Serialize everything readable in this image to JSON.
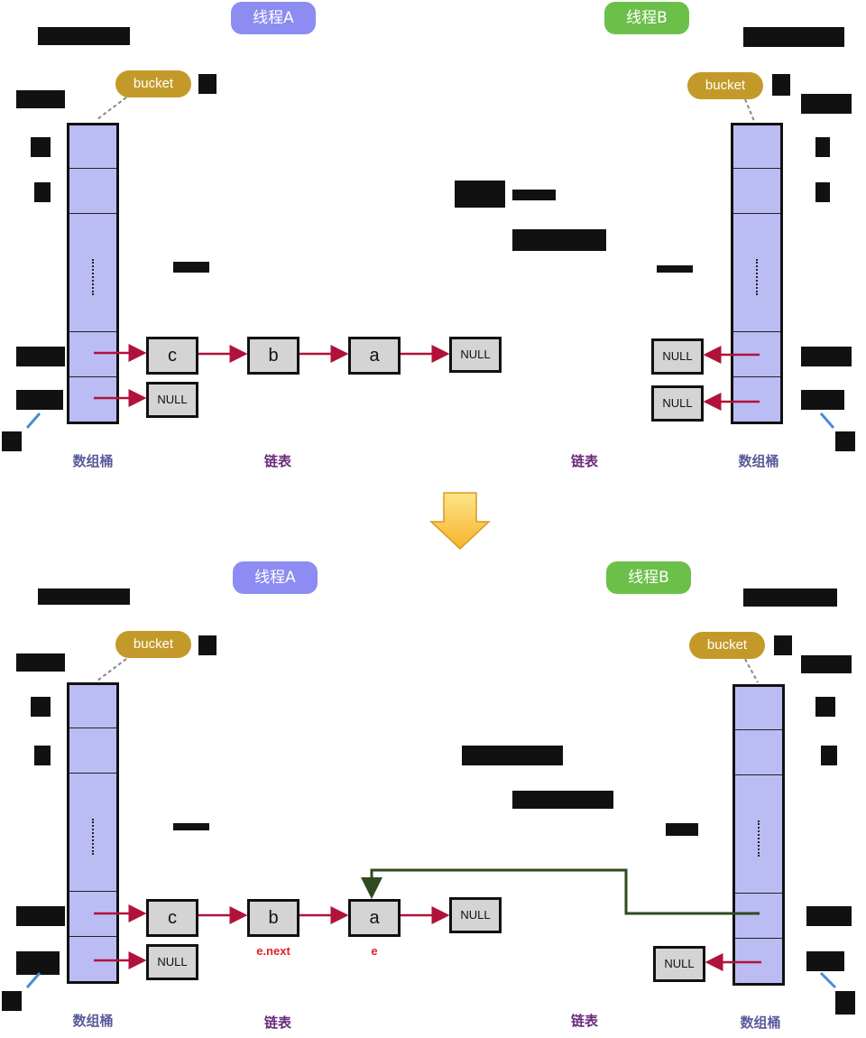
{
  "threads": {
    "a_label": "线程A",
    "b_label": "线程B"
  },
  "bucket_label": "bucket",
  "null_label": "NULL",
  "ellipsis": "……",
  "top": {
    "left_chain": [
      "c",
      "b",
      "a"
    ],
    "captions": {
      "slot_left": "数组桶",
      "list_left": "链表",
      "list_right": "链表",
      "slot_right": "数组桶"
    }
  },
  "bottom": {
    "left_chain": [
      "c",
      "b",
      "a"
    ],
    "annotations": {
      "b_note": "e.next",
      "a_note": "e"
    },
    "captions": {
      "slot_left": "数组桶",
      "list_left": "链表",
      "list_right": "链表",
      "slot_right": "数组桶"
    }
  },
  "colors": {
    "thread_a": "#8c8cf2",
    "thread_b": "#6cc04a",
    "bucket": "#c39a2a",
    "table_fill": "#bcbcf4",
    "node_fill": "#d4d4d4",
    "pointer": "#b0123a",
    "cross_link": "#2e4a1e",
    "arrow_down": "#f7c23c"
  },
  "icons": {
    "transition": "arrow-down-icon",
    "pointer": "arrow-right-icon"
  }
}
